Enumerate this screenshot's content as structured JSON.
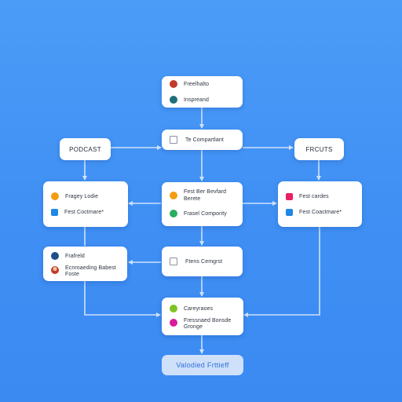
{
  "colors": {
    "background": "#4191f5",
    "connector": "#cfe2fb",
    "node_bg": "#ffffff",
    "final_bg": "#cfe0fb",
    "final_text": "#2f6fd8"
  },
  "nodes": {
    "top": {
      "items": [
        {
          "label": "Freelhalto",
          "icon": "red-circle-icon",
          "color": "#c0392b"
        },
        {
          "label": "Inspreand",
          "icon": "teal-circle-icon",
          "color": "#1f6f7a"
        }
      ]
    },
    "compartment": {
      "label": "Te Compartlant"
    },
    "podcast": {
      "label": "PODCAST"
    },
    "frcuts": {
      "label": "FRCUTS"
    },
    "mid_left": {
      "items": [
        {
          "label": "Fragey Lodie",
          "icon": "orange-circle-icon",
          "color": "#f39c12"
        },
        {
          "label": "Fest Coctmare*",
          "icon": "blue-check-square-icon",
          "color": "#1e88e5"
        }
      ]
    },
    "mid_center": {
      "items": [
        {
          "label": "Fest Ber Bevfard",
          "sub": "Berete",
          "icon": "orange-circle-icon",
          "color": "#f39c12"
        },
        {
          "label": "Frasel Compority",
          "icon": "green-circle-icon",
          "color": "#27ae60"
        }
      ]
    },
    "mid_right": {
      "items": [
        {
          "label": "Fest cardes",
          "icon": "pink-square-icon",
          "color": "#e91e63"
        },
        {
          "label": "Fest Coactmare*",
          "icon": "blue-check-square-icon",
          "color": "#1e88e5"
        }
      ]
    },
    "low_left": {
      "items": [
        {
          "label": "Frafreld",
          "icon": "navy-circle-icon",
          "color": "#1c4f8a"
        },
        {
          "label": "Ecnroaeding Babest",
          "sub": "Foste",
          "icon": "avatar-icon",
          "color": "#c0392b"
        }
      ]
    },
    "low_center": {
      "label": "Ftens Cemgrst"
    },
    "bottom": {
      "items": [
        {
          "label": "Careyraoes",
          "icon": "green-circle-icon",
          "color": "#7cc423"
        },
        {
          "label": "Fressnaed Bonsde",
          "sub": "Gronge",
          "icon": "magenta-circle-icon",
          "color": "#d81b9b"
        }
      ]
    },
    "final": {
      "label": "Valodied Frttieff"
    }
  }
}
